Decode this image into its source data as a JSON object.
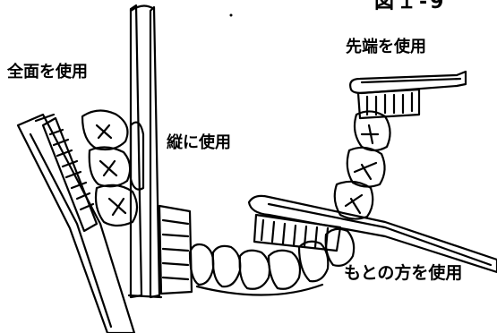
{
  "header": {
    "partial_title": "図１-9"
  },
  "labels": {
    "full_surface": "全面を使用",
    "vertical": "縦に使用",
    "tip": "先端を使用",
    "base": "もとの方を使用"
  },
  "colors": {
    "ink": "#000000",
    "background": "#ffffff"
  }
}
